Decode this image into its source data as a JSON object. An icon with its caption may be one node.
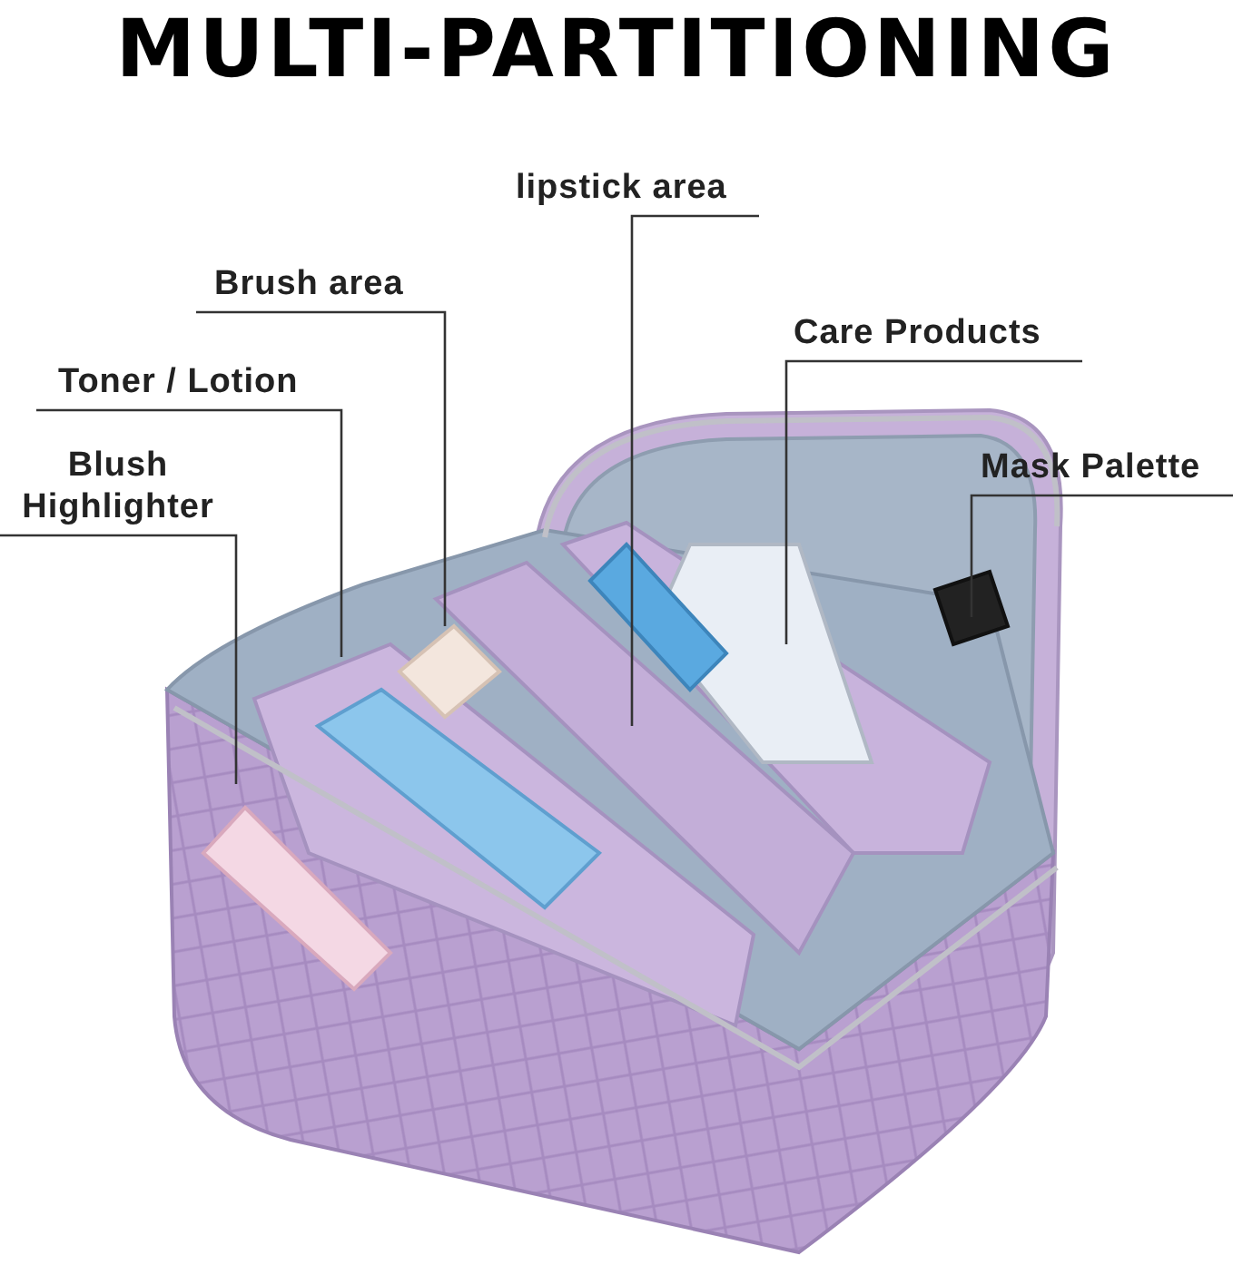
{
  "diagram": {
    "title": "MULTI-PARTITIONING",
    "nodes": [
      {
        "text": [
          "lipstick area"
        ]
      },
      {
        "text": [
          "Brush area"
        ]
      },
      {
        "text": [
          "Care Products"
        ]
      },
      {
        "text": [
          "Toner / Lotion"
        ]
      },
      {
        "text": [
          "Mask Palette"
        ]
      },
      {
        "text": [
          "Blush Highlighter"
        ]
      }
    ],
    "edges": [
      {
        "from": 0,
        "to": null,
        "arrow": "none"
      },
      {
        "from": 1,
        "to": null,
        "arrow": "none"
      },
      {
        "from": 2,
        "to": null,
        "arrow": "none"
      },
      {
        "from": 3,
        "to": null,
        "arrow": "none"
      },
      {
        "from": 4,
        "to": null,
        "arrow": "none"
      },
      {
        "from": 5,
        "to": null,
        "arrow": "none"
      }
    ]
  }
}
